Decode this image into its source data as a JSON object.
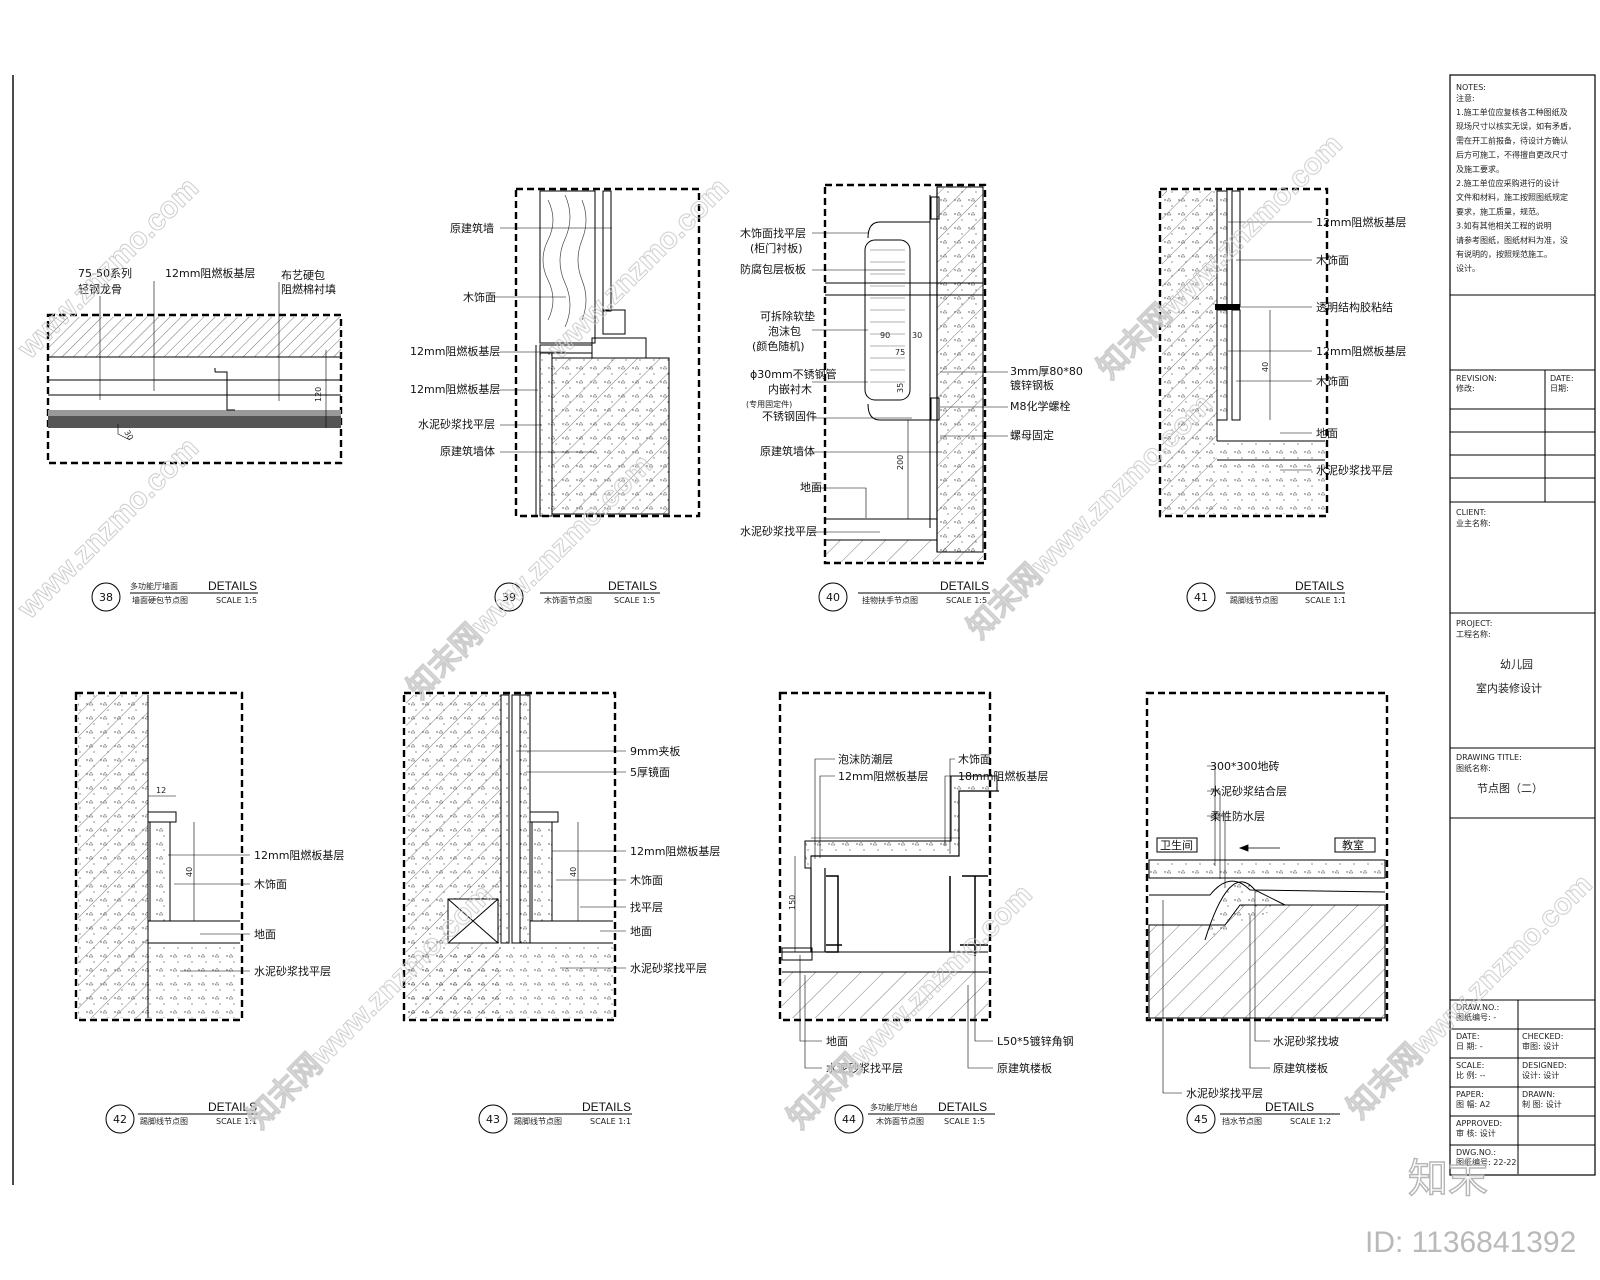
{
  "detail_word": "DETAILS",
  "panels": [
    {
      "num": "38",
      "title": "多功能厅墙面",
      "sub": "墙面硬包节点图",
      "scale": "SCALE 1:5",
      "labels": [
        "75-50系列",
        "轻钢龙骨",
        "12mm阻燃板基层",
        "布艺硬包",
        "阻燃棉衬填"
      ],
      "dims": [
        "120"
      ]
    },
    {
      "num": "39",
      "title": "",
      "sub": "木饰面节点图",
      "scale": "SCALE 1:5",
      "labels": [
        "原建筑墙",
        "木饰面",
        "12mm阻燃板基层",
        "12mm阻燃板基层",
        "水泥砂浆找平层",
        "原建筑墙体"
      ]
    },
    {
      "num": "40",
      "title": "",
      "sub": "挂物扶手节点图",
      "scale": "SCALE 1:5",
      "labels": [
        "木饰面找平层",
        "(柜门衬板)",
        "防腐包层板板",
        "可拆除软垫",
        "泡沫包",
        "(颜色随机)",
        "ϕ30mm不锈钢管",
        "内嵌衬木",
        "(专用固定件)",
        "不锈钢固件",
        "原建筑墙体",
        "地面",
        "水泥砂浆找平层",
        "3mm厚80*80",
        "镀锌钢板",
        "M8化学螺栓",
        "螺母固定"
      ],
      "dims": [
        "90",
        "30",
        "75",
        "35",
        "200"
      ]
    },
    {
      "num": "41",
      "title": "",
      "sub": "踢脚线节点图",
      "scale": "SCALE 1:1",
      "labels": [
        "12mm阻燃板基层",
        "木饰面",
        "透明结构胶粘结",
        "12mm阻燃板基层",
        "木饰面",
        "地面",
        "水泥砂浆找平层"
      ],
      "dims": [
        "40"
      ]
    },
    {
      "num": "42",
      "title": "",
      "sub": "踢脚线节点图",
      "scale": "SCALE 1:1",
      "labels": [
        "12mm阻燃板基层",
        "木饰面",
        "地面",
        "水泥砂浆找平层"
      ],
      "dims": [
        "12",
        "40"
      ]
    },
    {
      "num": "43",
      "title": "",
      "sub": "踢脚线节点图",
      "scale": "SCALE 1:1",
      "labels": [
        "9mm夹板",
        "5厚镜面",
        "12mm阻燃板基层",
        "木饰面",
        "找平层",
        "地面",
        "水泥砂浆找平层"
      ],
      "dims": [
        "40"
      ]
    },
    {
      "num": "44",
      "title": "多功能厅地台",
      "sub": "木饰面节点图",
      "scale": "SCALE 1:5",
      "labels": [
        "泡沫防潮层",
        "12mm阻燃板基层",
        "木饰面",
        "18mm阻燃板基层",
        "地面",
        "水泥砂浆找平层",
        "L50*5镀锌角钢",
        "原建筑楼板"
      ],
      "dims": [
        "150"
      ]
    },
    {
      "num": "45",
      "title": "",
      "sub": "挡水节点图",
      "scale": "SCALE 1:2",
      "labels": [
        "300*300地砖",
        "水泥砂浆结合层",
        "柔性防水层",
        "卫生间",
        "教室",
        "水泥砂浆找坡",
        "原建筑楼板",
        "水泥砂浆找平层"
      ]
    }
  ],
  "title_block": {
    "notes_head": "NOTES:",
    "notes_sub": "注意:",
    "notes": [
      "1.施工单位应复核各工种图纸及",
      "现场尺寸以核实无误，如有矛盾，",
      "需在开工前报备，待设计方确认",
      "后方可施工，不得擅自更改尺寸",
      "及施工要求。",
      "2.施工单位应采购进行的设计",
      "文件和材料，施工按照图纸规定",
      "要求，施工质量，规范。",
      "3.如有其他相关工程的说明",
      "请参考图纸，图纸材料为准，没",
      "有说明的，按照规范施工。",
      "设计。"
    ],
    "revision": "REVISION:",
    "revision_sub": "修改:",
    "date": "DATE:",
    "date_sub": "日期:",
    "client": "CLIENT:",
    "client_sub": "业主名称:",
    "project": "PROJECT:",
    "project_sub": "工程名称:",
    "project_name": "幼儿园",
    "project_name2": "室内装修设计",
    "drawing_title": "DRAWING TITLE:",
    "drawing_title_sub": "图纸名称:",
    "drawing_name": "节点图（二）",
    "rows": [
      [
        "DRAW.NO.:",
        "图纸编号:  -",
        ""
      ],
      [
        "DATE:",
        "日  期: -",
        "CHECKED:",
        "审图: 设计"
      ],
      [
        "SCALE:",
        "比  例: --",
        "DESIGNED:",
        "设计: 设计"
      ],
      [
        "PAPER:",
        "图  幅: A2",
        "DRAWN:",
        "制  图: 设计"
      ],
      [
        "APPROVED:",
        "审  核: 设计",
        "",
        ""
      ],
      [
        "DWG.NO.:",
        "图纸编号: 22-22",
        ""
      ]
    ]
  },
  "watermarks": [
    "www.znzmo.com",
    "知末网www.znzmo.com"
  ],
  "logo": "知末",
  "id_text": "ID: 1136841392"
}
